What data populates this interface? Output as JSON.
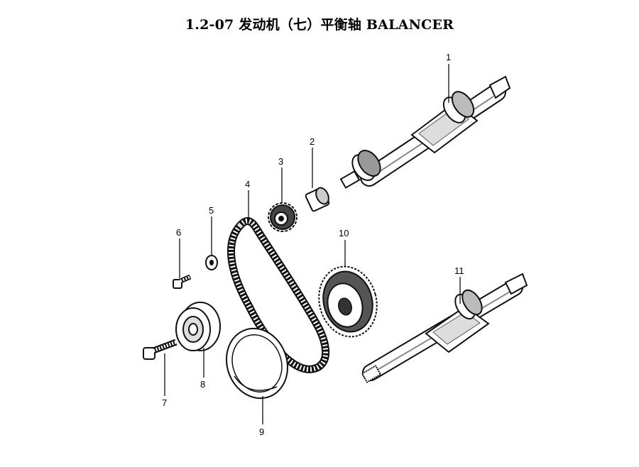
{
  "header": {
    "title": "1.2-07 发动机（七）平衡轴 BALANCER"
  },
  "parts": [
    {
      "id": "balancer-shaft-upper",
      "number": "1"
    },
    {
      "id": "bushing",
      "number": "2"
    },
    {
      "id": "drive-gear-small",
      "number": "3"
    },
    {
      "id": "timing-belt",
      "number": "4"
    },
    {
      "id": "washer",
      "number": "5"
    },
    {
      "id": "bolt-small",
      "number": "6"
    },
    {
      "id": "bolt-long",
      "number": "7"
    },
    {
      "id": "tensioner-pulley",
      "number": "8"
    },
    {
      "id": "pulley-plate",
      "number": "9"
    },
    {
      "id": "sprocket-large",
      "number": "10"
    },
    {
      "id": "balancer-shaft-lower",
      "number": "11"
    }
  ]
}
